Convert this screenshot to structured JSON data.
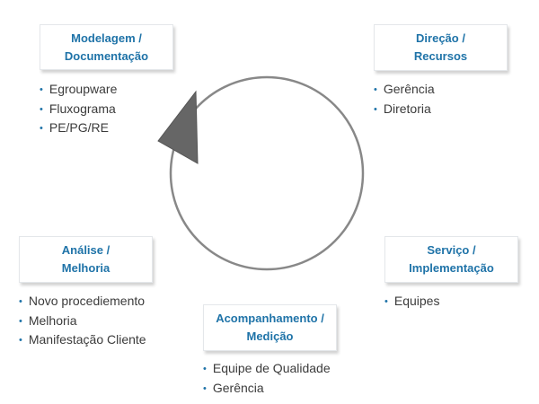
{
  "colors": {
    "accent": "#1f73a8",
    "cycle": "#888888",
    "arrow": "#666666"
  },
  "stages": [
    {
      "id": "modelagem",
      "title": "Modelagem /\nDocumentação",
      "items": [
        "Egroupware",
        "Fluxograma",
        "PE/PG/RE"
      ]
    },
    {
      "id": "direcao",
      "title": "Direção /\nRecursos",
      "items": [
        "Gerência",
        "Diretoria"
      ]
    },
    {
      "id": "servico",
      "title": "Serviço /\nImplementação",
      "items": [
        "Equipes"
      ]
    },
    {
      "id": "acompanhamento",
      "title": "Acompanhamento /\nMedição",
      "items": [
        "Equipe de Qualidade",
        "Gerência"
      ]
    },
    {
      "id": "analise",
      "title": "Análise /\nMelhoria",
      "items": [
        "Novo procediemento",
        "Melhoria",
        "Manifestação Cliente"
      ]
    }
  ],
  "bullet_glyph": "•"
}
